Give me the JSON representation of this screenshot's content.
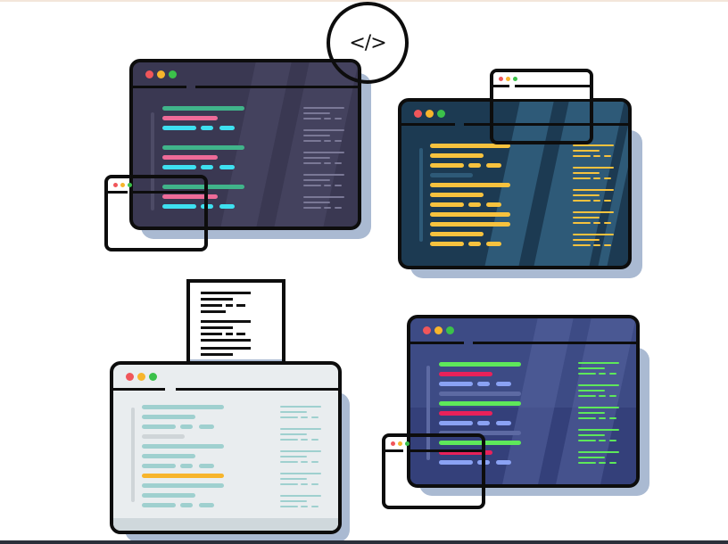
{
  "illustration": {
    "code_symbol": "</>",
    "colors": {
      "outline": "#0d0d0d",
      "shadow": "#aabad2",
      "dot_red": "#f0565a",
      "dot_yellow": "#f7b52c",
      "dot_green": "#3bc14a"
    },
    "windows": [
      {
        "name": "dark-purple-editor",
        "background": "#3a3852",
        "stripe": "#4a4863",
        "code_colors": [
          "#40b48a",
          "#ee6b98",
          "#3ee0f0"
        ],
        "sidebar_color": "#7a7896"
      },
      {
        "name": "dark-blue-editor",
        "background": "#1c3a52",
        "stripe": "#2e5a78",
        "code_colors": [
          "#f7c23e"
        ],
        "sidebar_color": "#f7c23e"
      },
      {
        "name": "light-editor",
        "background": "#e9edef",
        "stripe": "#e9edef",
        "code_colors": [
          "#9fd0cf",
          "#cfd5d8",
          "#f7b52c"
        ],
        "sidebar_color": "#9fd0cf"
      },
      {
        "name": "indigo-editor",
        "background": "#3d4b85",
        "stripe": "#4a5894",
        "code_colors": [
          "#5ee85a",
          "#e8215a",
          "#8aa2f4",
          "#5d6aa3"
        ],
        "sidebar_color": "#5ee85a"
      }
    ]
  }
}
